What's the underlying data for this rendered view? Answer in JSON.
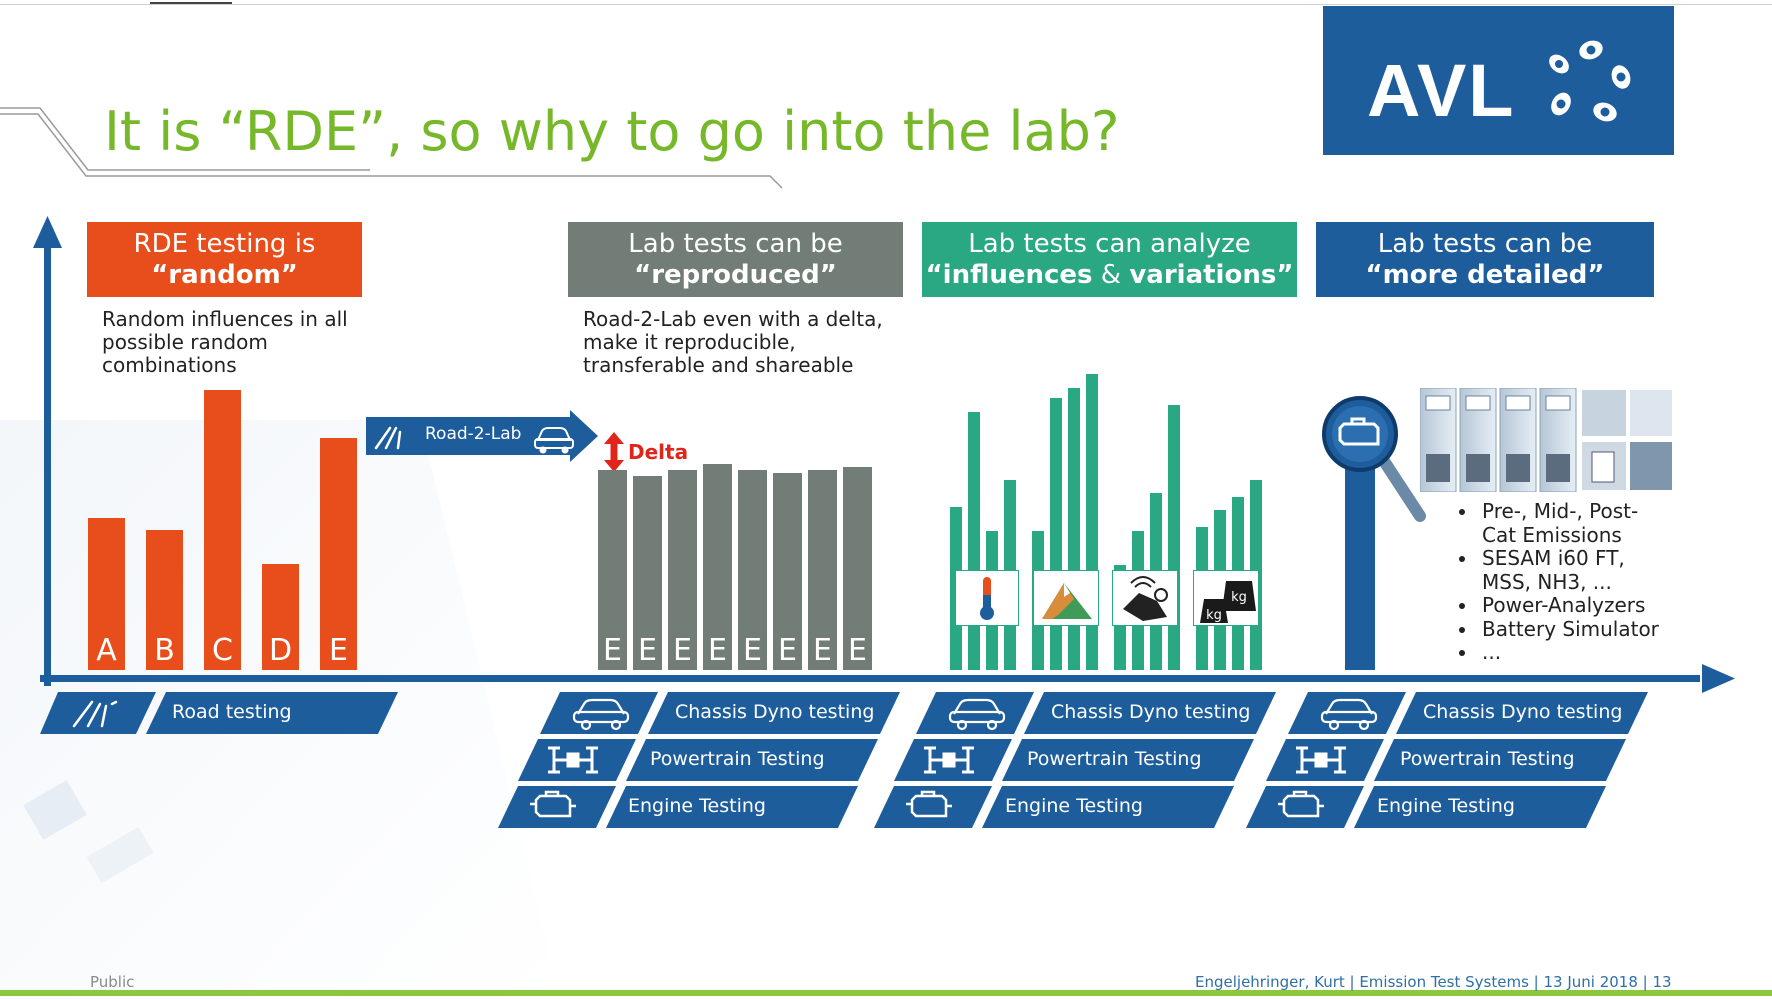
{
  "slide": {
    "title": "It is “RDE”, so why to go into the lab?",
    "logo": {
      "text": "AVL"
    },
    "columns": [
      {
        "line1": "RDE testing is",
        "line2": "“random”",
        "color": "#e84e1b"
      },
      {
        "line1": "Lab tests can be",
        "line2": "“reproduced”",
        "color": "#727d78"
      },
      {
        "line1": "Lab tests can analyze",
        "line2_a": "“influences",
        "line2_amp": " & ",
        "line2_b": "variations”",
        "color": "#2aa783"
      },
      {
        "line1": "Lab tests can be",
        "line2": "“more detailed”",
        "color": "#1e5d9c"
      }
    ],
    "descriptions": [
      {
        "lines": [
          "Random influences in all",
          "possible random",
          "combinations"
        ]
      },
      {
        "lines": [
          "Road-2-Lab even with a delta,",
          "make it reproducible,",
          "transferable and shareable"
        ]
      }
    ],
    "road2lab_label": "Road-2-Lab",
    "delta_label": "Delta",
    "rde_bars": [
      {
        "label": "A",
        "value": 0.53
      },
      {
        "label": "B",
        "value": 0.49
      },
      {
        "label": "C",
        "value": 0.98
      },
      {
        "label": "D",
        "value": 0.37
      },
      {
        "label": "E",
        "value": 0.81
      }
    ],
    "lab_bars": [
      {
        "label": "E",
        "value": 0.7
      },
      {
        "label": "E",
        "value": 0.68
      },
      {
        "label": "E",
        "value": 0.7
      },
      {
        "label": "E",
        "value": 0.72
      },
      {
        "label": "E",
        "value": 0.7
      },
      {
        "label": "E",
        "value": 0.69
      },
      {
        "label": "E",
        "value": 0.7
      },
      {
        "label": "E",
        "value": 0.71
      }
    ],
    "influence_groups": [
      {
        "icon": "thermometer-icon",
        "values": [
          0.48,
          0.76,
          0.41,
          0.56
        ]
      },
      {
        "icon": "altitude-icon",
        "values": [
          0.41,
          0.8,
          0.83,
          0.87
        ]
      },
      {
        "icon": "driver-icon",
        "values": [
          0.31,
          0.41,
          0.52,
          0.78
        ]
      },
      {
        "icon": "weight-icon",
        "values": [
          0.42,
          0.47,
          0.51,
          0.56
        ]
      }
    ],
    "detail_bullets": [
      "Pre-, Mid-, Post-Cat Emissions",
      "SESAM i60 FT, MSS, NH3, ...",
      "Power-Analyzers",
      "Battery Simulator",
      "..."
    ],
    "testbeds": {
      "road": "Road testing",
      "chassis": "Chassis Dyno testing",
      "powertrain": "Powertrain Testing",
      "engine": "Engine Testing"
    },
    "footer": {
      "left": "Public",
      "right": "Engeljehringer, Kurt | Emission Test Systems | 13 Juni 2018 | 13"
    },
    "colors": {
      "title": "#77b82b",
      "navy": "#1e5d9c",
      "red": "#e84e1b",
      "gray": "#727d78",
      "teal": "#2aa783",
      "green_line": "#8dc63f"
    }
  }
}
